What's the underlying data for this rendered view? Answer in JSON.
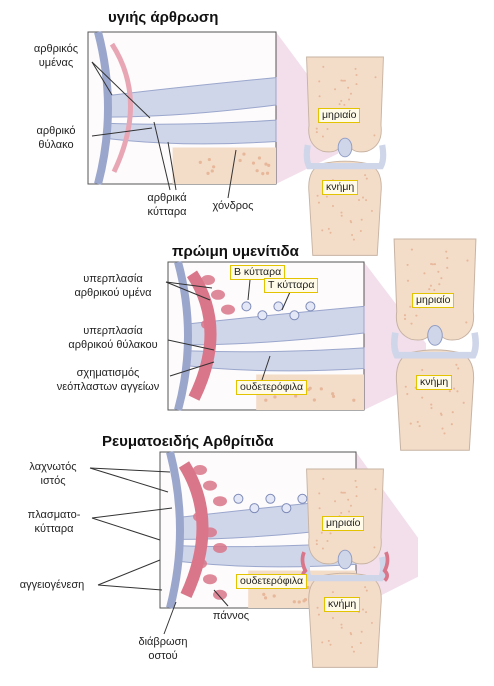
{
  "sections": [
    {
      "title": "υγιής άρθρωση",
      "labels": {
        "synovium": "αρθρικός\nυμένας",
        "capsule": "αρθρικό\nθύλακο",
        "cells": "αρθρικά\nκύτταρα",
        "cartilage": "χόνδρος"
      },
      "bone_labels": {
        "femur": "μηριαίο",
        "tibia": "κνήμη"
      }
    },
    {
      "title": "πρώιμη υμενίτιδα",
      "labels": {
        "synovium_hyperplasia": "υπερπλασία\nαρθρικού υμένα",
        "capsule_hyperplasia": "υπερπλασία\nαρθρικού θύλακου",
        "angiogenesis": "σχηματισμός\nνεόπλαστων αγγείων"
      },
      "box_labels": {
        "b_cells": "B κύτταρα",
        "t_cells": "T κύτταρα",
        "neutrophils": "ουδετερόφιλα"
      },
      "bone_labels": {
        "femur": "μηριαίο",
        "tibia": "κνήμη"
      }
    },
    {
      "title": "Ρευματοειδής Αρθρίτιδα",
      "labels": {
        "villous": "λαχνωτός\nιστός",
        "plasma": "πλασματο-\nκύτταρα",
        "angiogenesis": "αγγειογένεση",
        "pannus": "πάννος",
        "erosion": "διάβρωση\nοστού"
      },
      "box_labels": {
        "neutrophils": "ουδετερόφιλα"
      },
      "bone_labels": {
        "femur": "μηριαίο",
        "tibia": "κνήμη"
      }
    }
  ],
  "colors": {
    "bone": "#f3dcc8",
    "bone_dots": "#e7b79a",
    "cartilage": "#cfd6ea",
    "synovium": "#e8a6b5",
    "inflamed": "#d9768a",
    "zoom": "#ecd2e2",
    "leader": "#333333",
    "box_border": "#e3c200"
  }
}
